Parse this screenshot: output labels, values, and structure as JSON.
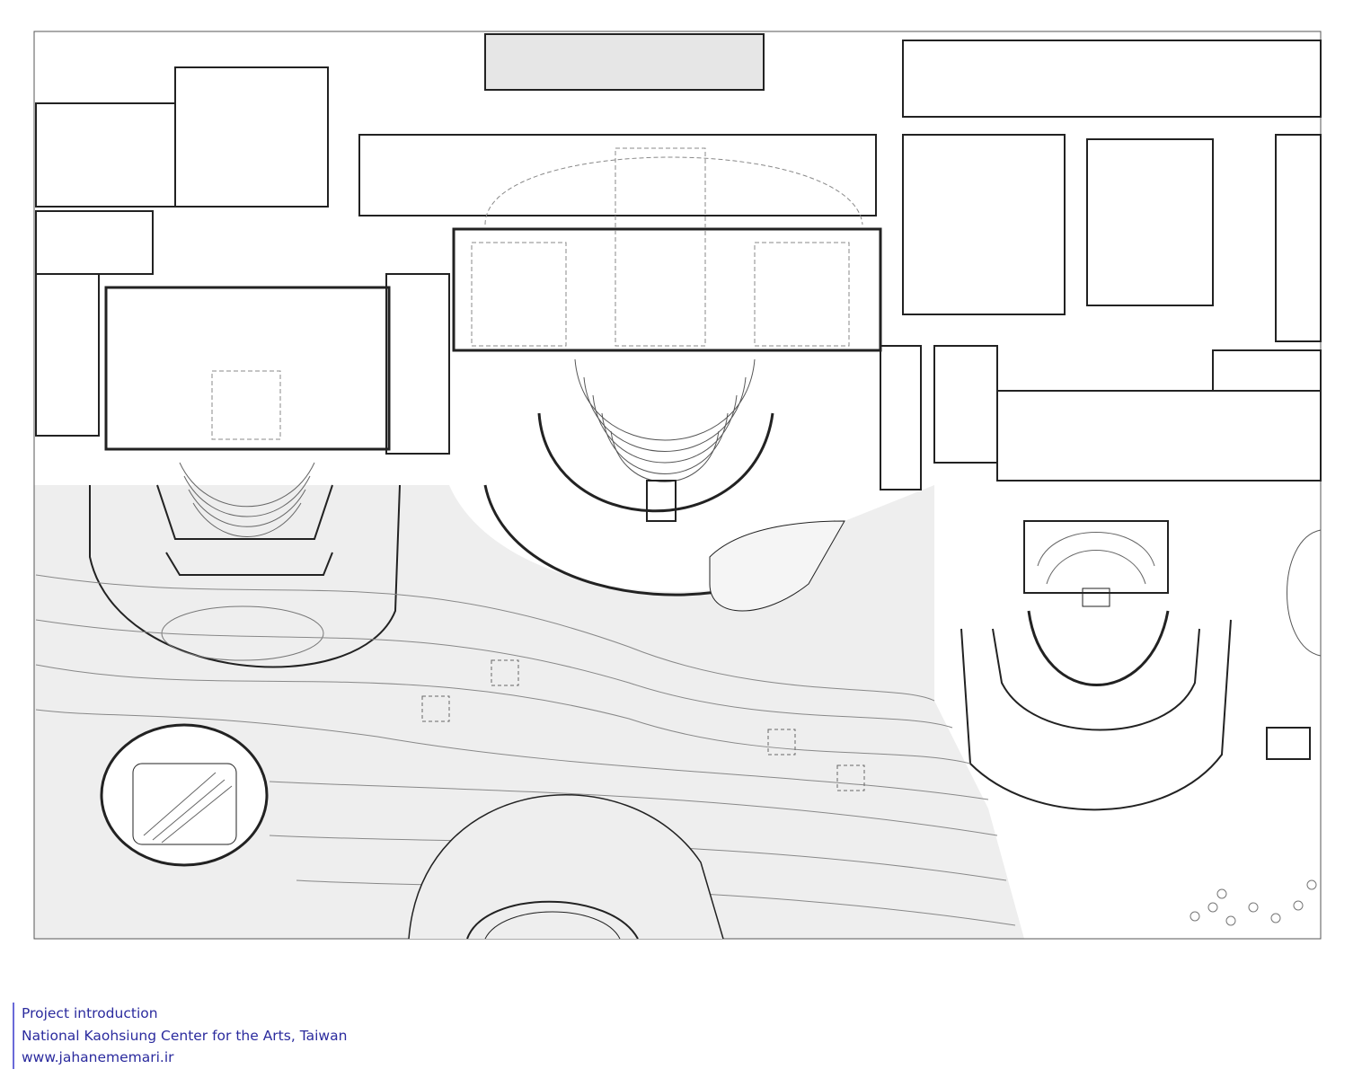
{
  "caption": {
    "line1": "Project introduction",
    "line2": "National Kaohsiung Center for the Arts, Taiwan",
    "line3": "www.jahanememari.ir"
  },
  "colors": {
    "caption_text": "#2b2b9e",
    "caption_bar": "#6a6ad8",
    "plan_line": "#222222",
    "plaza_fill": "#eeeeee"
  }
}
